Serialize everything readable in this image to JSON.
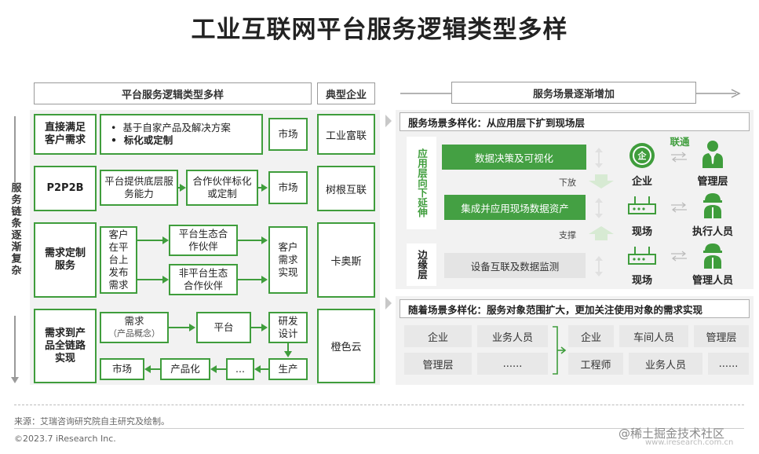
{
  "title": "工业互联网平台服务逻辑类型多样",
  "left_header": "平台服务逻辑类型多样",
  "company_header": "典型企业",
  "side_label": "服务链条逐渐复杂",
  "rows": [
    {
      "label": "直接满足客户需求",
      "bullets": [
        "基于自家产品及解决方案",
        "标化或定制"
      ],
      "market": "市场",
      "company": "工业富联"
    },
    {
      "label": "P2P2B",
      "box1": "平台提供底层服务能力",
      "box2": "合作伙伴标化或定制",
      "market": "市场",
      "company": "树根互联"
    },
    {
      "label": "需求定制服务",
      "client": "客户在平台上发布需求",
      "partner1": "平台生态合作伙伴",
      "partner2": "非平台生态合作伙伴",
      "result": "客户需求实现",
      "company": "卡奥斯"
    },
    {
      "label": "需求到产品全链路实现",
      "demand": "需求",
      "demand_sub": "（产品概念）",
      "platform": "平台",
      "rnd": "研发设计",
      "produce": "生产",
      "dots": "...",
      "productize": "产品化",
      "market": "市场",
      "company": "橙色云"
    }
  ],
  "right_header": "服务场景逐渐增加",
  "right_top": {
    "heading": "服务场景多样化：从应用层下扩到现场层",
    "app_label": "应用层向下延伸",
    "edge_label": "边缘层",
    "bar1": "数据决策及可视化",
    "bar2": "集成并应用现场数据资产",
    "bar3": "设备互联及数据监测",
    "down_label": "下放",
    "support_label": "支撑",
    "link_label": "联通",
    "icons": [
      {
        "label": "企业",
        "icon": "enterprise-icon"
      },
      {
        "label": "现场",
        "icon": "router-icon"
      },
      {
        "label": "现场",
        "icon": "router-icon"
      },
      {
        "label": "管理层",
        "icon": "manager-icon"
      },
      {
        "label": "执行人员",
        "icon": "worker-icon"
      },
      {
        "label": "管理人员",
        "icon": "worker-icon"
      }
    ]
  },
  "right_bottom": {
    "heading": "随着场景多样化：服务对象范围扩大，更加关注使用对象的需求实现",
    "left_cells": [
      "企业",
      "业务人员",
      "管理层",
      "......"
    ],
    "right_cells": [
      "企业",
      "车间人员",
      "管理层",
      "工程师",
      "业务人员",
      "......"
    ]
  },
  "source": "来源：艾瑞咨询研究院自主研究及绘制。",
  "copyright": "©2023.7 iResearch Inc.",
  "watermark": "@稀土掘金技术社区",
  "watermark_url": "www.iresearch.com.cn"
}
